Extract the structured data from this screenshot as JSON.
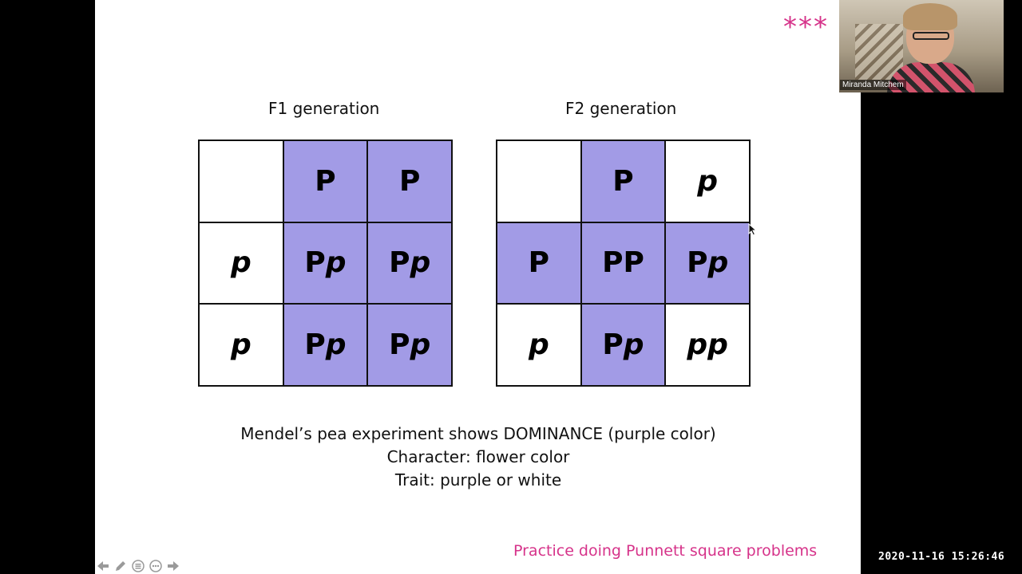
{
  "slide": {
    "f1_title": "F1 generation",
    "f2_title": "F2 generation",
    "f1_grid": [
      [
        {
          "text": "",
          "purple": false
        },
        {
          "text": "P",
          "purple": true
        },
        {
          "text": "P",
          "purple": true
        }
      ],
      [
        {
          "text": "p",
          "purple": false
        },
        {
          "text": "Pp",
          "purple": true
        },
        {
          "text": "Pp",
          "purple": true
        }
      ],
      [
        {
          "text": "p",
          "purple": false
        },
        {
          "text": "Pp",
          "purple": true
        },
        {
          "text": "Pp",
          "purple": true
        }
      ]
    ],
    "f2_grid": [
      [
        {
          "text": "",
          "purple": false
        },
        {
          "text": "P",
          "purple": true
        },
        {
          "text": "p",
          "purple": false
        }
      ],
      [
        {
          "text": "P",
          "purple": true
        },
        {
          "text": "PP",
          "purple": true
        },
        {
          "text": "Pp",
          "purple": true
        }
      ],
      [
        {
          "text": "p",
          "purple": false
        },
        {
          "text": "Pp",
          "purple": true
        },
        {
          "text": "pp",
          "purple": false
        }
      ]
    ],
    "caption_line1": "Mendel’s pea experiment shows DOMINANCE (purple color)",
    "caption_line2": "Character: flower color",
    "caption_line3": "Trait: purple or white",
    "practice_text": "Practice doing Punnett square problems",
    "asterisks": "***",
    "purple_color": "#a29be6",
    "accent_pink": "#d6338a"
  },
  "nav_toolbar": {
    "prev_icon": "arrow-left-icon",
    "pen_icon": "pen-icon",
    "slides_icon": "slides-icon",
    "more_icon": "more-icon",
    "next_icon": "arrow-right-icon"
  },
  "webcam": {
    "participant_name": "Miranda Mitchem"
  },
  "timestamp": "2020-11-16  15:26:46"
}
